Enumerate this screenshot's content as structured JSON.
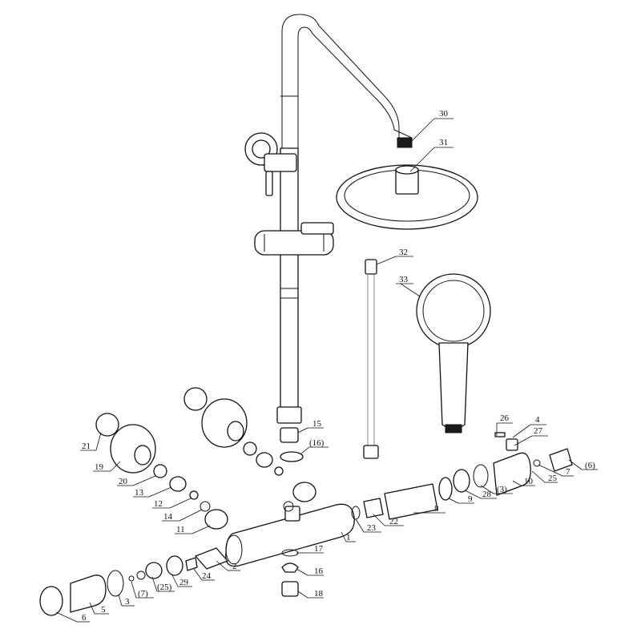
{
  "callouts": [
    {
      "id": "c-30",
      "label": "30"
    },
    {
      "id": "c-31",
      "label": "31"
    },
    {
      "id": "c-32",
      "label": "32"
    },
    {
      "id": "c-33",
      "label": "33"
    },
    {
      "id": "c-26",
      "label": "26"
    },
    {
      "id": "c-4",
      "label": "4"
    },
    {
      "id": "c-27",
      "label": "27"
    },
    {
      "id": "c-6a",
      "label": "(6)"
    },
    {
      "id": "c-7a",
      "label": "7"
    },
    {
      "id": "c-25a",
      "label": "25"
    },
    {
      "id": "c-10",
      "label": "10"
    },
    {
      "id": "c-3a",
      "label": "(3)"
    },
    {
      "id": "c-28",
      "label": "28"
    },
    {
      "id": "c-9",
      "label": "9"
    },
    {
      "id": "c-8",
      "label": "8"
    },
    {
      "id": "c-22",
      "label": "22"
    },
    {
      "id": "c-23",
      "label": "23"
    },
    {
      "id": "c-1",
      "label": "1"
    },
    {
      "id": "c-15",
      "label": "15"
    },
    {
      "id": "c-16a",
      "label": "(16)"
    },
    {
      "id": "c-21",
      "label": "21"
    },
    {
      "id": "c-19",
      "label": "19"
    },
    {
      "id": "c-20",
      "label": "20"
    },
    {
      "id": "c-13",
      "label": "13"
    },
    {
      "id": "c-12",
      "label": "12"
    },
    {
      "id": "c-14",
      "label": "14"
    },
    {
      "id": "c-11",
      "label": "11"
    },
    {
      "id": "c-17",
      "label": "17"
    },
    {
      "id": "c-16",
      "label": "16"
    },
    {
      "id": "c-18",
      "label": "18"
    },
    {
      "id": "c-2",
      "label": "2"
    },
    {
      "id": "c-24",
      "label": "24"
    },
    {
      "id": "c-29",
      "label": "29"
    },
    {
      "id": "c-25b",
      "label": "(25)"
    },
    {
      "id": "c-7b",
      "label": "(7)"
    },
    {
      "id": "c-3",
      "label": "3"
    },
    {
      "id": "c-5",
      "label": "5"
    },
    {
      "id": "c-6",
      "label": "6"
    }
  ]
}
